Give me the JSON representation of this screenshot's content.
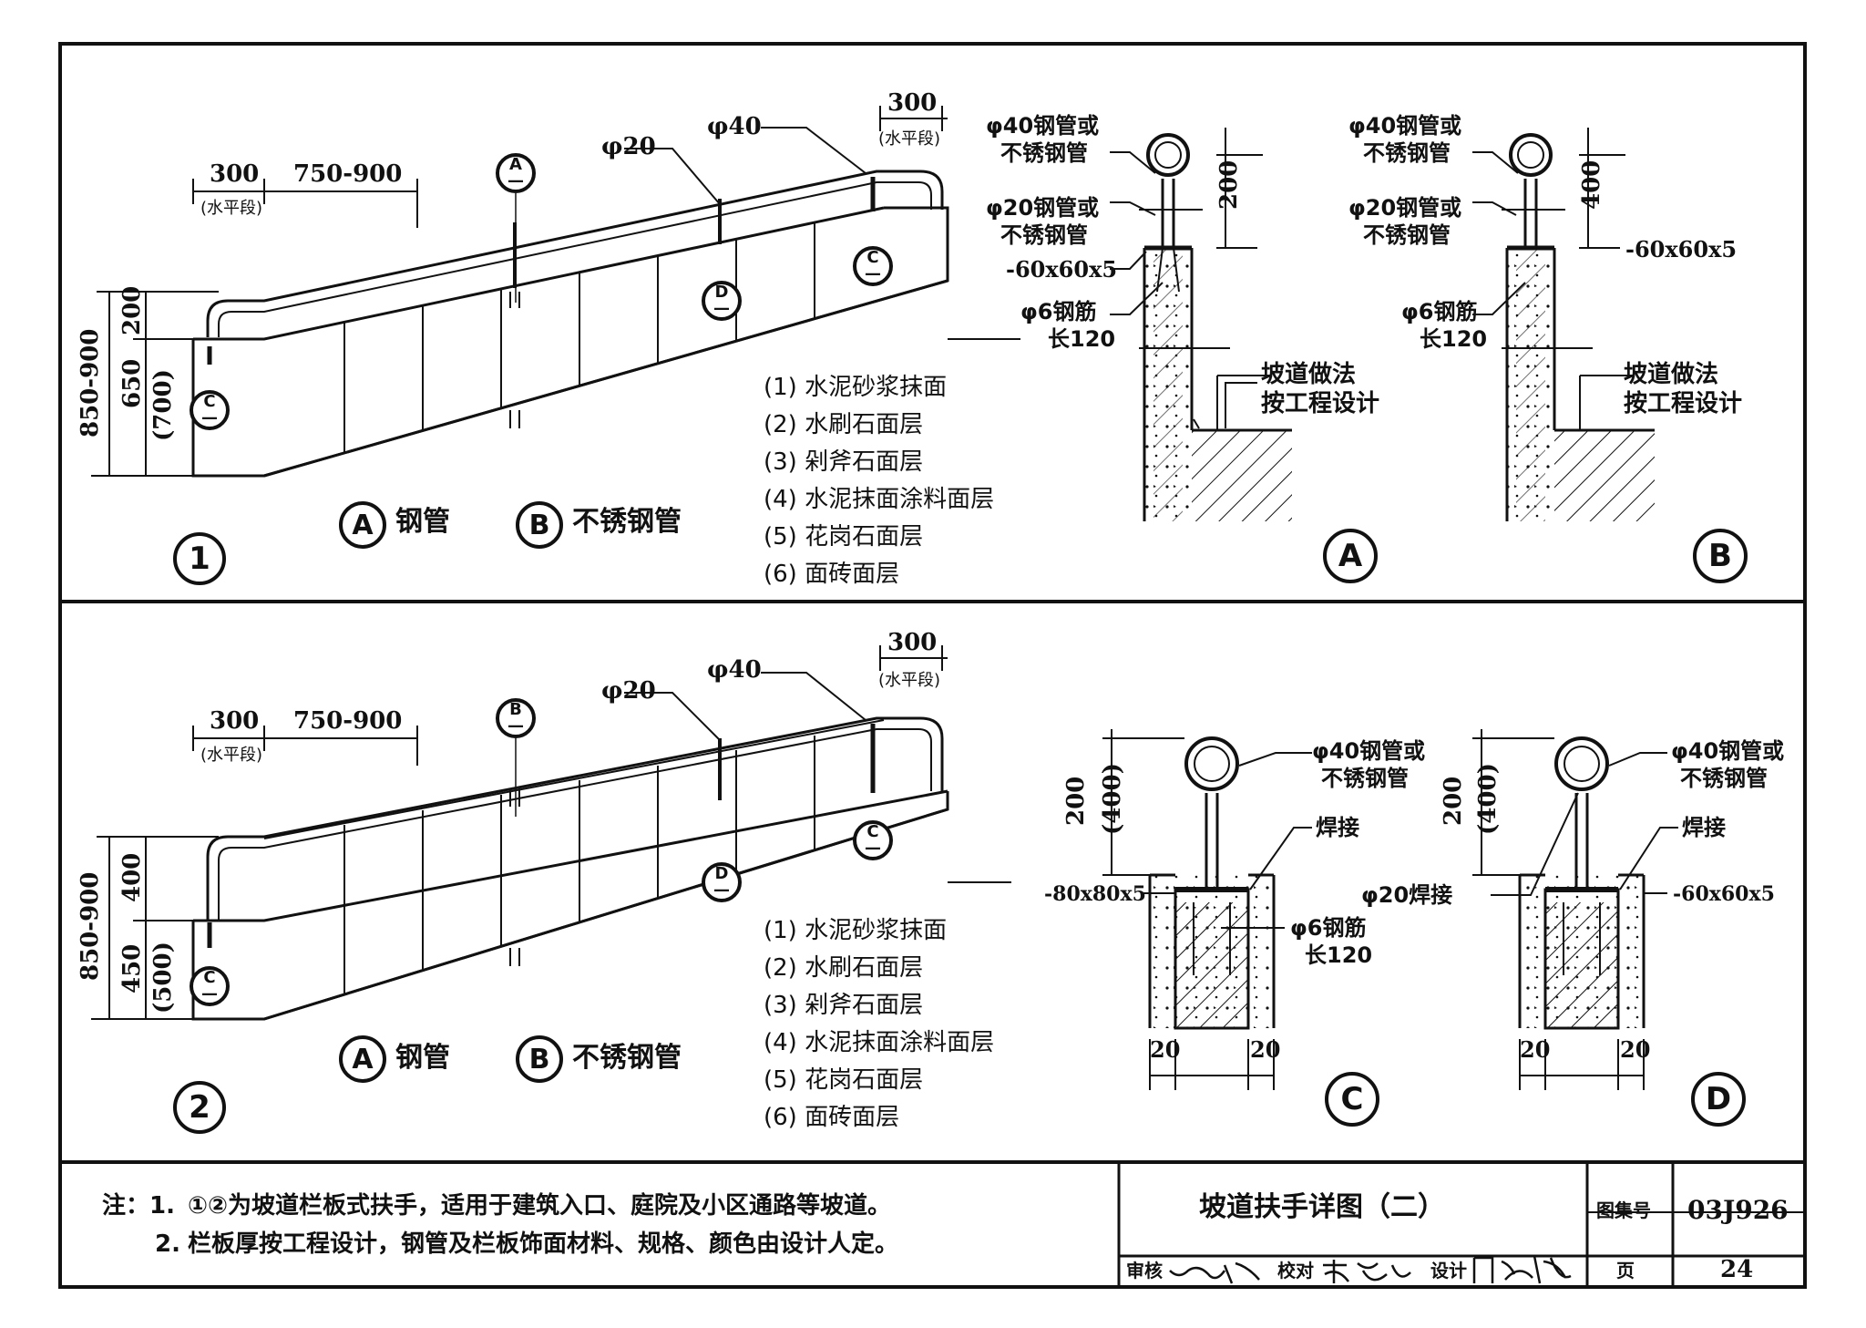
{
  "panel1": {
    "number": "1",
    "dims": {
      "d300_left": "300",
      "d750": "750-900",
      "d300_right": "300",
      "horiz_note": "(水平段)",
      "d200": "200",
      "d650": "650",
      "d700": "(700)",
      "d850": "850-900"
    },
    "pipes": {
      "phi20": "φ20",
      "phi40": "φ40"
    },
    "markers": {
      "A": "A",
      "C": "C",
      "D": "D",
      "dash": "—"
    },
    "legend_options": [
      {
        "key": "A",
        "label": "钢管"
      },
      {
        "key": "B",
        "label": "不锈钢管"
      }
    ],
    "finishes": [
      "(1) 水泥砂浆抹面",
      "(2) 水刷石面层",
      "(3) 剁斧石面层",
      "(4) 水泥抹面涂料面层",
      "(5) 花岗石面层",
      "(6) 面砖面层"
    ]
  },
  "panel2": {
    "number": "2",
    "dims": {
      "d300_left": "300",
      "d750": "750-900",
      "d300_right": "300",
      "horiz_note": "(水平段)",
      "d400": "400",
      "d450": "450",
      "d500": "(500)",
      "d850": "850-900"
    },
    "pipes": {
      "phi20": "φ20",
      "phi40": "φ40"
    },
    "markers": {
      "B": "B",
      "C": "C",
      "D": "D",
      "dash": "—"
    },
    "legend_options": [
      {
        "key": "A",
        "label": "钢管"
      },
      {
        "key": "B",
        "label": "不锈钢管"
      }
    ],
    "finishes": [
      "(1) 水泥砂浆抹面",
      "(2) 水刷石面层",
      "(3) 剁斧石面层",
      "(4) 水泥抹面涂料面层",
      "(5) 花岗石面层",
      "(6) 面砖面层"
    ]
  },
  "detailA": {
    "label": "A",
    "pipe40": [
      "φ40钢管或",
      "不锈钢管"
    ],
    "pipe20": [
      "φ20钢管或",
      "不锈钢管"
    ],
    "plate": "-60x60x5",
    "rebar": [
      "φ6钢筋",
      "长120"
    ],
    "ramp": [
      "坡道做法",
      "按工程设计"
    ],
    "dim": "200"
  },
  "detailB": {
    "label": "B",
    "pipe40": [
      "φ40钢管或",
      "不锈钢管"
    ],
    "pipe20": [
      "φ20钢管或",
      "不锈钢管"
    ],
    "plate": "-60x60x5",
    "rebar": [
      "φ6钢筋",
      "长120"
    ],
    "ramp": [
      "坡道做法",
      "按工程设计"
    ],
    "dim": "400"
  },
  "detailC": {
    "label": "C",
    "pipe40": [
      "φ40钢管或",
      "不锈钢管"
    ],
    "weld": "焊接",
    "plate": "-80x80x5",
    "rebar": [
      "φ6钢筋",
      "长120"
    ],
    "dim": "200",
    "dim_alt": "(400)",
    "edge_left": "20",
    "edge_right": "20"
  },
  "detailD": {
    "label": "D",
    "pipe40": [
      "φ40钢管或",
      "不锈钢管"
    ],
    "weld": "焊接",
    "weld20": "φ20焊接",
    "plate": "-60x60x5",
    "dim": "200",
    "dim_alt": "(400)",
    "edge_left": "20",
    "edge_right": "20"
  },
  "notes": {
    "prefix": "注：1.",
    "line1": "①②为坡道栏板式扶手，适用于建筑入口、庭院及小区通路等坡道。",
    "num2": "2.",
    "line2": "栏板厚按工程设计，钢管及栏板饰面材料、规格、颜色由设计人定。"
  },
  "titleblock": {
    "title": "坡道扶手详图（二）",
    "atlas_label": "图集号",
    "atlas_no": "03J926",
    "review": "审核",
    "check": "校对",
    "design": "设计",
    "page_label": "页",
    "page_no": "24"
  }
}
